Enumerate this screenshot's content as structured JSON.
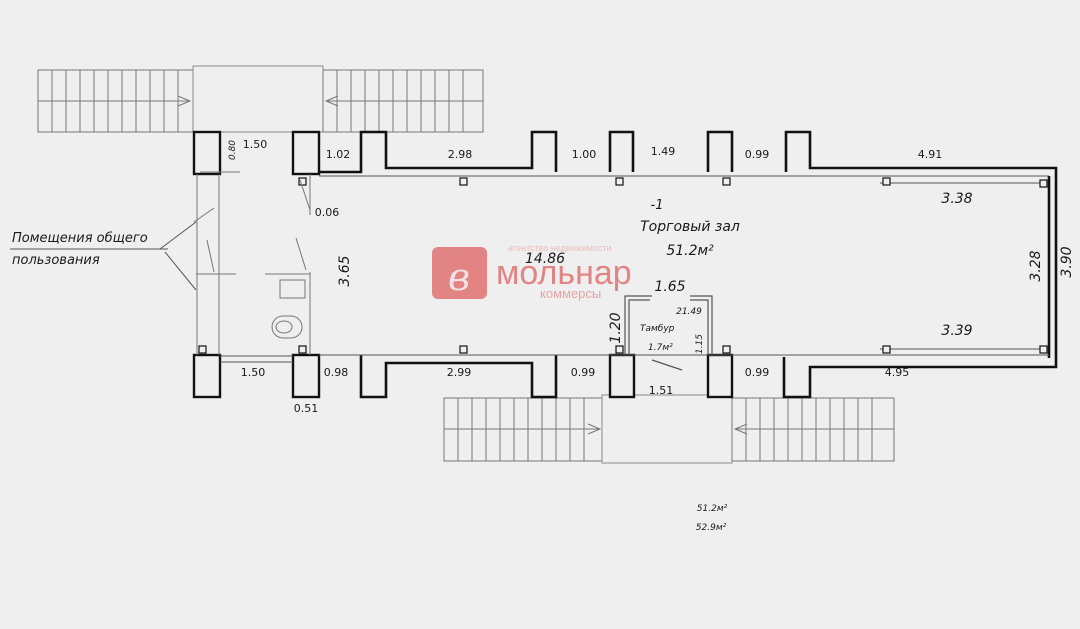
{
  "room": {
    "number": "-1",
    "name": "Торговый зал",
    "area": "51.2м²"
  },
  "vestibule": {
    "name": "Тамбур",
    "area": "1.7м²"
  },
  "common_area_note": {
    "line1": "Помещения общего",
    "line2": "пользования"
  },
  "dimensions": {
    "top_1": "0.80",
    "top_2": "1.50",
    "top_3": "1.02",
    "top_4": "2.98",
    "top_5": "1.00",
    "top_6": "1.49",
    "top_7": "0.99",
    "top_8": "4.91",
    "inner_top_right": "3.38",
    "inner_bottom_right": "3.39",
    "outer_right": "3.90",
    "inner_right": "3.28",
    "left_height": "3.65",
    "hall_length": "14.86",
    "small_a": "0.06",
    "vestibule_width": "1.65",
    "vestibule_side": "1.20",
    "vestibule_small": "21.49",
    "vestibule_small2": "1.15",
    "bot_1": "1.50",
    "bot_2": "0.98",
    "bot_3": "0.51",
    "bot_4": "2.99",
    "bot_5": "0.99",
    "bot_6": "1.51",
    "bot_7": "0.99",
    "bot_8": "4.95"
  },
  "totals": {
    "area_1": "51.2м²",
    "area_2": "52.9м²"
  },
  "watermark": {
    "brand": "мольнар",
    "sub": "коммерсы",
    "top_text": "агентство недвижимости",
    "color": "#e06a6a"
  }
}
